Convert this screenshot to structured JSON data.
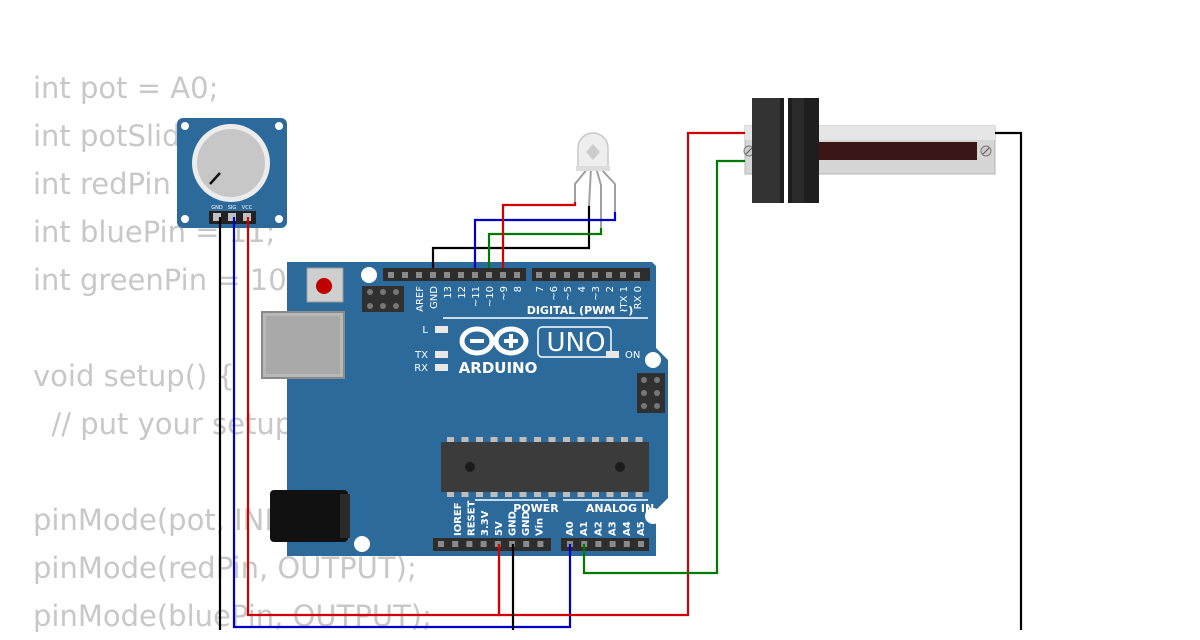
{
  "code_lines": [
    "int pot = A0;",
    "int potSlide = A1;",
    "int redPin = 9;",
    "int bluePin = 11;",
    "int greenPin = 10;",
    "",
    "void setup() {",
    "  // put your setup code here, to run once:",
    "",
    "pinMode(pot, INPUT);",
    "pinMode(redPin, OUTPUT);",
    "pinMode(bluePin, OUTPUT);"
  ],
  "potentiometer": {
    "pins": [
      "GND",
      "SIG",
      "VCC"
    ]
  },
  "arduino": {
    "brand": "ARDUINO",
    "model": "UNO",
    "digital_header_title": "DIGITAL (PWM ~)",
    "digital_pins": [
      "AREF",
      "GND",
      "13",
      "12",
      "~11",
      "~10",
      "~9",
      "8",
      "7",
      "~6",
      "~5",
      "4",
      "~3",
      "2",
      "TX 1",
      "RX 0"
    ],
    "power_header_title": "POWER",
    "power_pins": [
      "IOREF",
      "RESET",
      "3.3V",
      "5V",
      "GND",
      "GND",
      "Vin"
    ],
    "analog_header_title": "ANALOG IN",
    "analog_pins": [
      "A0",
      "A1",
      "A2",
      "A3",
      "A4",
      "A5"
    ],
    "leds": {
      "l": "L",
      "tx": "TX",
      "rx": "RX",
      "on": "ON"
    }
  },
  "wire_colors": {
    "red": "#d40000",
    "blue": "#0000c8",
    "green": "#007a00",
    "black": "#000000"
  },
  "board_color": "#2b6a9b"
}
